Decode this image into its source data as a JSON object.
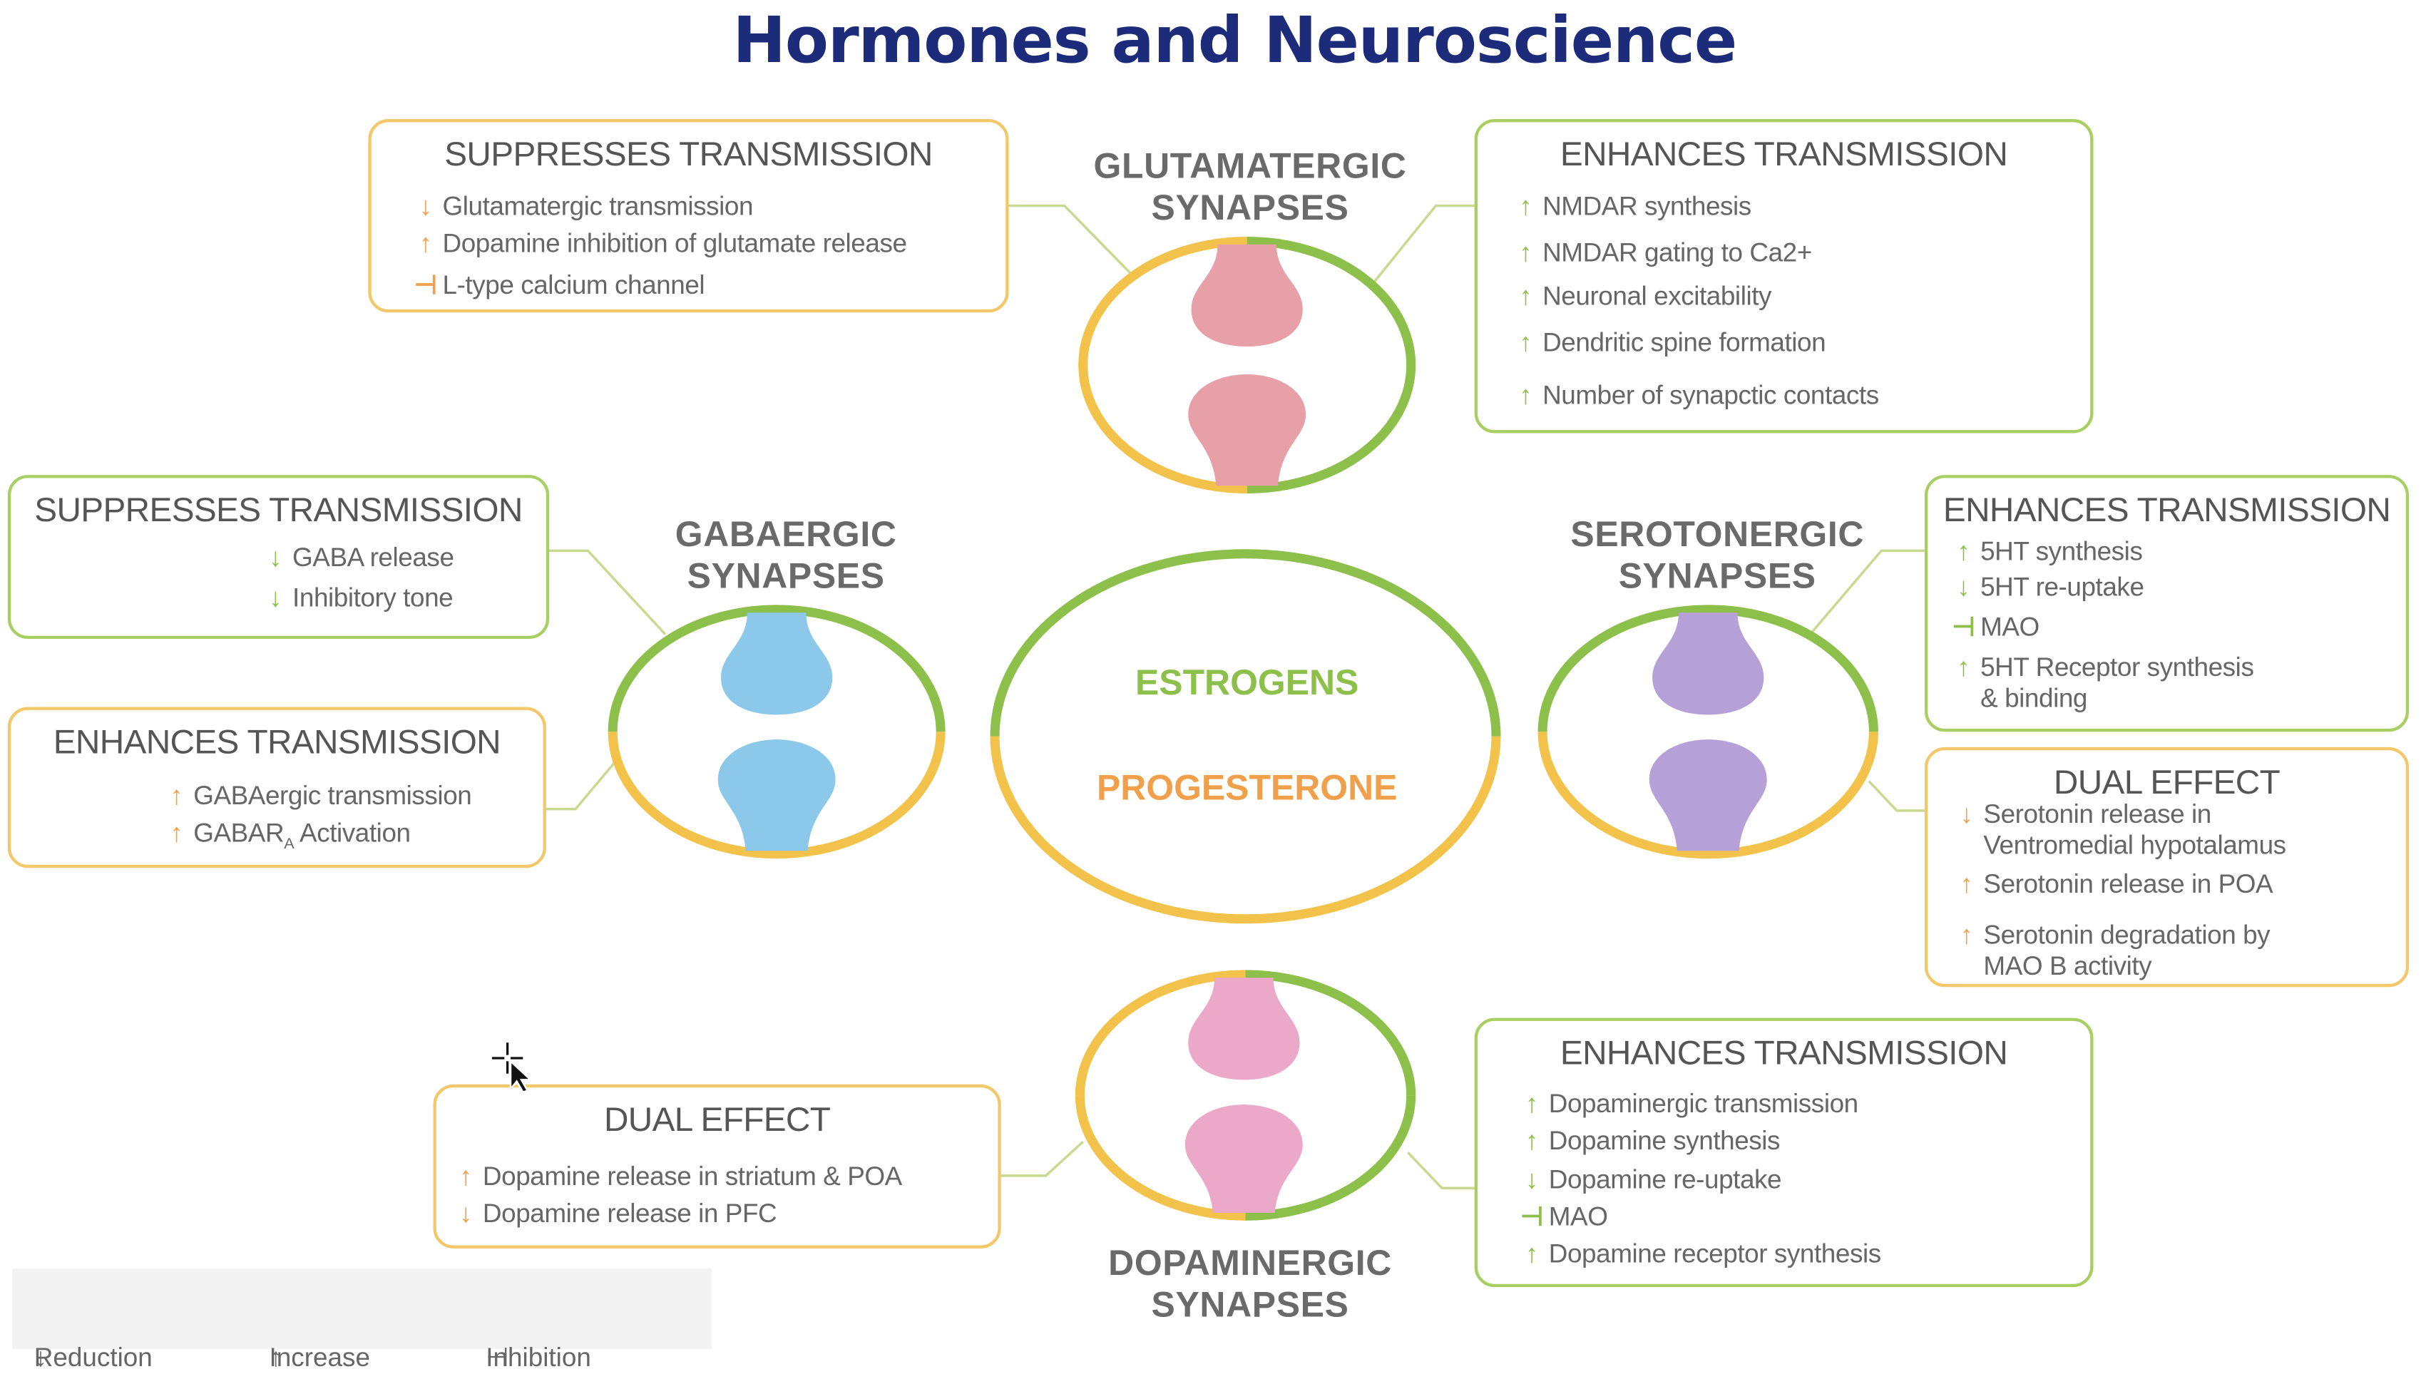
{
  "title": "Hormones and Neuroscience",
  "center": {
    "line1": "ESTROGENS",
    "line2": "PROGESTERONE"
  },
  "synapses": {
    "glutamatergic": {
      "line1": "GLUTAMATERGIC",
      "line2": "SYNAPSES"
    },
    "gabaergic": {
      "line1": "GABAERGIC",
      "line2": "SYNAPSES"
    },
    "serotonergic": {
      "line1": "SEROTONERGIC",
      "line2": "SYNAPSES"
    },
    "dopaminergic": {
      "line1": "DOPAMINERGIC",
      "line2": "SYNAPSES"
    }
  },
  "boxes": {
    "glu_suppress": {
      "heading": "SUPPRESSES TRANSMISSION",
      "items": [
        {
          "symbol": "↓",
          "text": "Glutamatergic transmission"
        },
        {
          "symbol": "↑",
          "text": "Dopamine inhibition of glutamate release"
        },
        {
          "symbol": "⊣",
          "text": "L-type calcium channel"
        }
      ]
    },
    "glu_enhance": {
      "heading": "ENHANCES TRANSMISSION",
      "items": [
        {
          "symbol": "↑",
          "text": "NMDAR synthesis"
        },
        {
          "symbol": "↑",
          "text": "NMDAR gating to Ca2+"
        },
        {
          "symbol": "↑",
          "text": "Neuronal excitability"
        },
        {
          "symbol": "↑",
          "text": "Dendritic spine formation"
        },
        {
          "symbol": "↑",
          "text": "Number of synapctic contacts"
        }
      ]
    },
    "gaba_suppress": {
      "heading": "SUPPRESSES TRANSMISSION",
      "items": [
        {
          "symbol": "↓",
          "text": "GABA release"
        },
        {
          "symbol": "↓",
          "text": "Inhibitory tone"
        }
      ]
    },
    "gaba_enhance": {
      "heading": "ENHANCES TRANSMISSION",
      "items": [
        {
          "symbol": "↑",
          "text": "GABAergic transmission"
        },
        {
          "symbol": "↑",
          "text": "GABAR",
          "subscript": "A",
          "text_after": " Activation"
        }
      ]
    },
    "sero_enhance": {
      "heading": "ENHANCES TRANSMISSION",
      "items": [
        {
          "symbol": "↑",
          "text": "5HT synthesis"
        },
        {
          "symbol": "↓",
          "text": "5HT re-uptake"
        },
        {
          "symbol": "⊣",
          "text": "MAO"
        },
        {
          "symbol": "↑",
          "text": "5HT Receptor synthesis",
          "text2": "& binding"
        }
      ]
    },
    "sero_dual": {
      "heading": "DUAL EFFECT",
      "items": [
        {
          "symbol": "↓",
          "text": "Serotonin release in",
          "text2": "Ventromedial hypotalamus"
        },
        {
          "symbol": "↑",
          "text": "Serotonin release in POA"
        },
        {
          "symbol": "↑",
          "text": "Serotonin degradation by",
          "text2": "MAO B activity"
        }
      ]
    },
    "dopa_dual": {
      "heading": "DUAL EFFECT",
      "items": [
        {
          "symbol": "↑",
          "text": "Dopamine release in striatum & POA"
        },
        {
          "symbol": "↓",
          "text": "Dopamine release in PFC"
        }
      ]
    },
    "dopa_enhance": {
      "heading": "ENHANCES TRANSMISSION",
      "items": [
        {
          "symbol": "↑",
          "text": "Dopaminergic transmission"
        },
        {
          "symbol": "↑",
          "text": "Dopamine synthesis"
        },
        {
          "symbol": "↓",
          "text": "Dopamine re-uptake"
        },
        {
          "symbol": "⊣",
          "text": "MAO"
        },
        {
          "symbol": "↑",
          "text": "Dopamine receptor synthesis"
        }
      ]
    }
  },
  "legend": [
    {
      "symbol": "↓",
      "label": "Reduction"
    },
    {
      "symbol": "↑",
      "label": "Increase"
    },
    {
      "symbol": "⊣",
      "label": "Inhibition"
    }
  ],
  "colors": {
    "title": "#1c2b7a",
    "estrogen_green": "#8cc04a",
    "progesterone_orange": "#f0a04a",
    "ring_yellow": "#f2c24a",
    "glutamate_synapse": "#e8a0a8",
    "gaba_synapse": "#8cc8ea",
    "serotonin_synapse": "#b6a0d8",
    "dopamine_synapse": "#eca8c8"
  }
}
